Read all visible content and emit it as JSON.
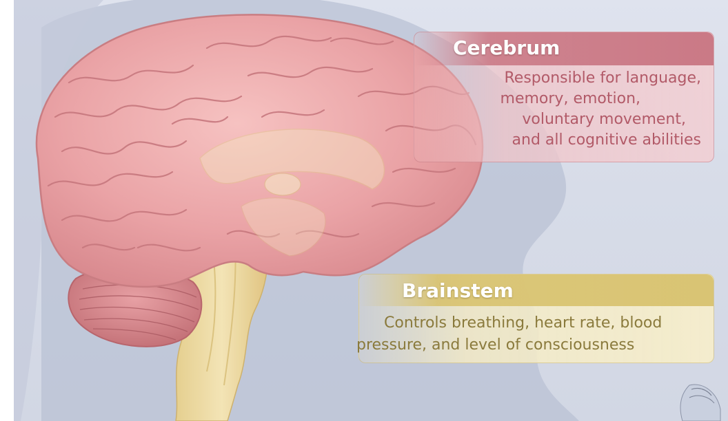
{
  "illustration": {
    "subject": "brain-anatomy",
    "colors": {
      "background": "#d7dce8",
      "silhouette": "#b7bfd2",
      "cerebrum": "#eaa3a6",
      "cerebrum_outline": "#c97d82",
      "brainstem": "#f0dca0",
      "cerebellum": "#d88a8f"
    }
  },
  "callouts": {
    "cerebrum": {
      "title": "Cerebrum",
      "lines": [
        "Responsible for language,",
        "memory, emotion,",
        "voluntary movement,",
        "and all cognitive abilities"
      ],
      "accent": "#c46a78",
      "text_color": "#b25a68"
    },
    "brainstem": {
      "title": "Brainstem",
      "lines": [
        "Controls breathing, heart rate, blood",
        "pressure, and level of consciousness"
      ],
      "accent": "#d6be64",
      "text_color": "#8a7a3c"
    }
  }
}
